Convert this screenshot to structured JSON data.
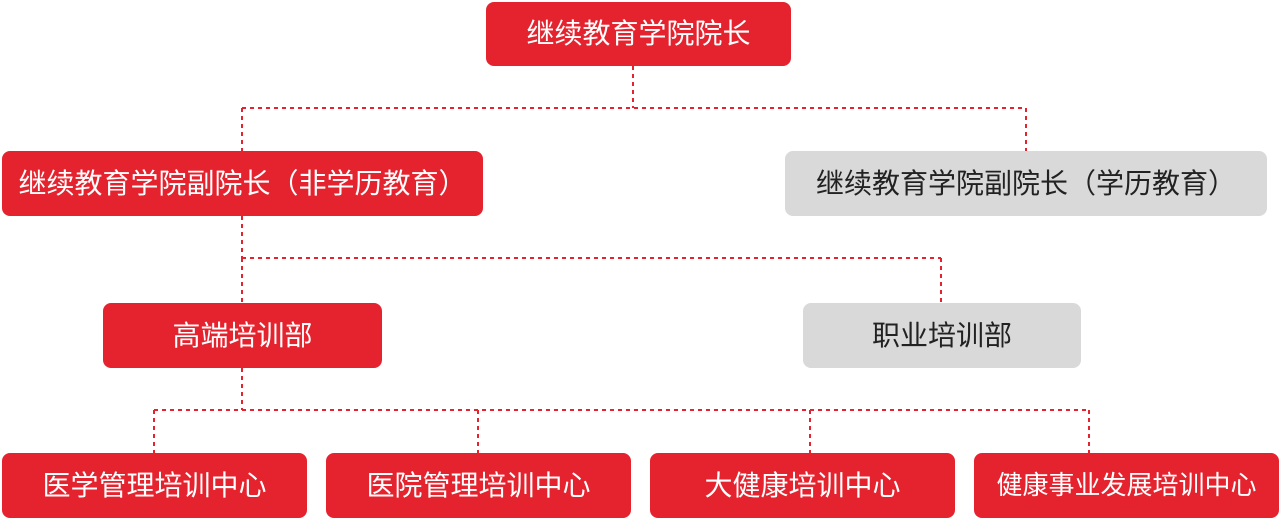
{
  "org_chart": {
    "root": {
      "label": "继续教育学院院长"
    },
    "vice_deans": [
      {
        "label": "继续教育学院副院长（非学历教育）",
        "status": "highlighted"
      },
      {
        "label": "继续教育学院副院长（学历教育）",
        "status": "dimmed"
      }
    ],
    "departments": [
      {
        "label": "高端培训部",
        "status": "highlighted"
      },
      {
        "label": "职业培训部",
        "status": "dimmed"
      }
    ],
    "centers": [
      {
        "label": "医学管理培训中心"
      },
      {
        "label": "医院管理培训中心"
      },
      {
        "label": "大健康培训中心"
      },
      {
        "label": "健康事业发展培训中心"
      }
    ]
  },
  "colors": {
    "highlight_fill": "#e5232e",
    "highlight_text": "#ffffff",
    "dimmed_fill": "#d9d9d9",
    "dimmed_text": "#222222",
    "connector": "#e5232e"
  }
}
